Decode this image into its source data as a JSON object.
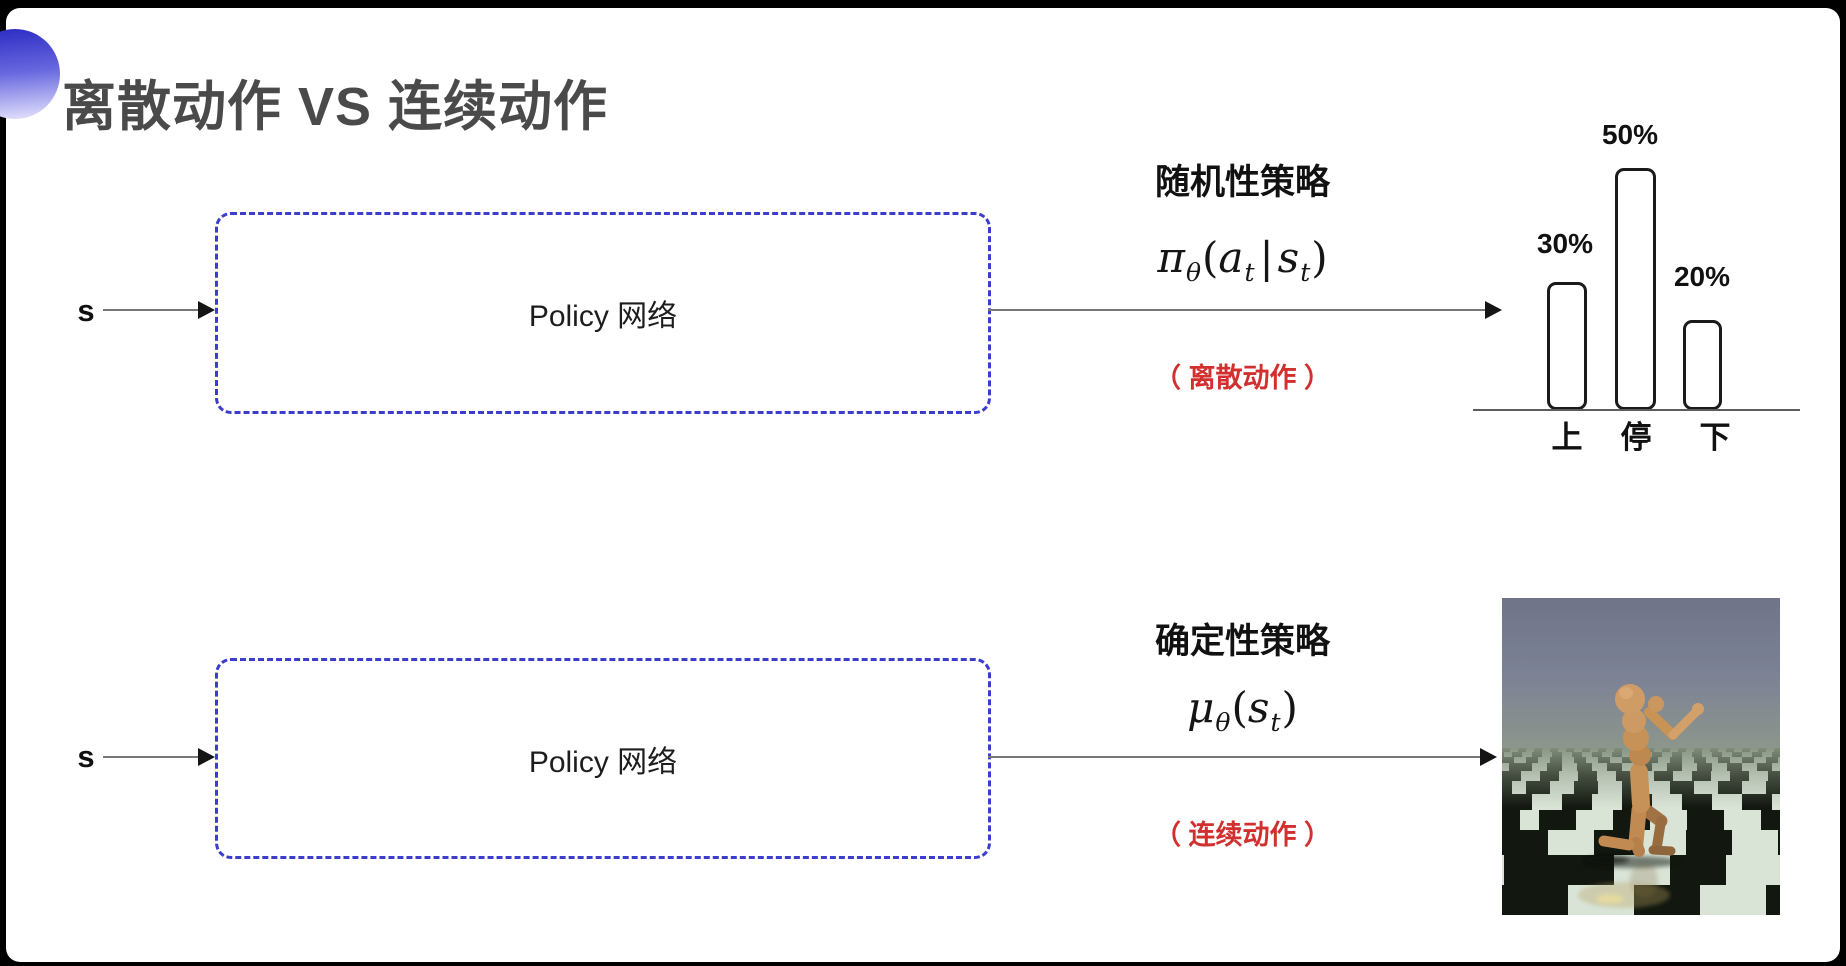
{
  "title": "离散动作 VS 连续动作",
  "colors": {
    "frame_bg": "#000000",
    "slide_bg": "#ffffff",
    "title_text": "#4a4a4a",
    "accent_orb_top": "#3232c6",
    "accent_orb_bottom": "#dedcfa",
    "dashed_box_border": "#3c3ccd",
    "note_red": "#d22f2f",
    "arrow_line": "#777777",
    "arrow_head": "#151515"
  },
  "discrete_row": {
    "input_label": "s",
    "box_label": "Policy 网络",
    "policy_type": "随机性策略",
    "formula": {
      "lead": "π",
      "lead_sub": "θ",
      "open": "(",
      "arg1": "a",
      "arg1_sub": "t",
      "sep": "|",
      "arg2": "s",
      "arg2_sub": "t",
      "close": ")"
    },
    "note": "（ 离散动作 ）"
  },
  "continuous_row": {
    "input_label": "s",
    "box_label": "Policy 网络",
    "policy_type": "确定性策略",
    "formula": {
      "lead": "μ",
      "lead_sub": "θ",
      "open": "(",
      "arg1": "s",
      "arg1_sub": "t",
      "close": ")"
    },
    "note": "（ 连续动作 ）"
  },
  "chart_data": {
    "type": "bar",
    "title": "",
    "xlabel": "",
    "ylabel": "",
    "categories": [
      "上",
      "停",
      "下"
    ],
    "values": [
      30,
      50,
      20
    ],
    "value_labels": [
      "30%",
      "50%",
      "20%"
    ],
    "ylim": [
      0,
      55
    ],
    "grid": false,
    "legend": false,
    "bar_fill": "#ffffff",
    "bar_outline": "#1a1a1a"
  }
}
